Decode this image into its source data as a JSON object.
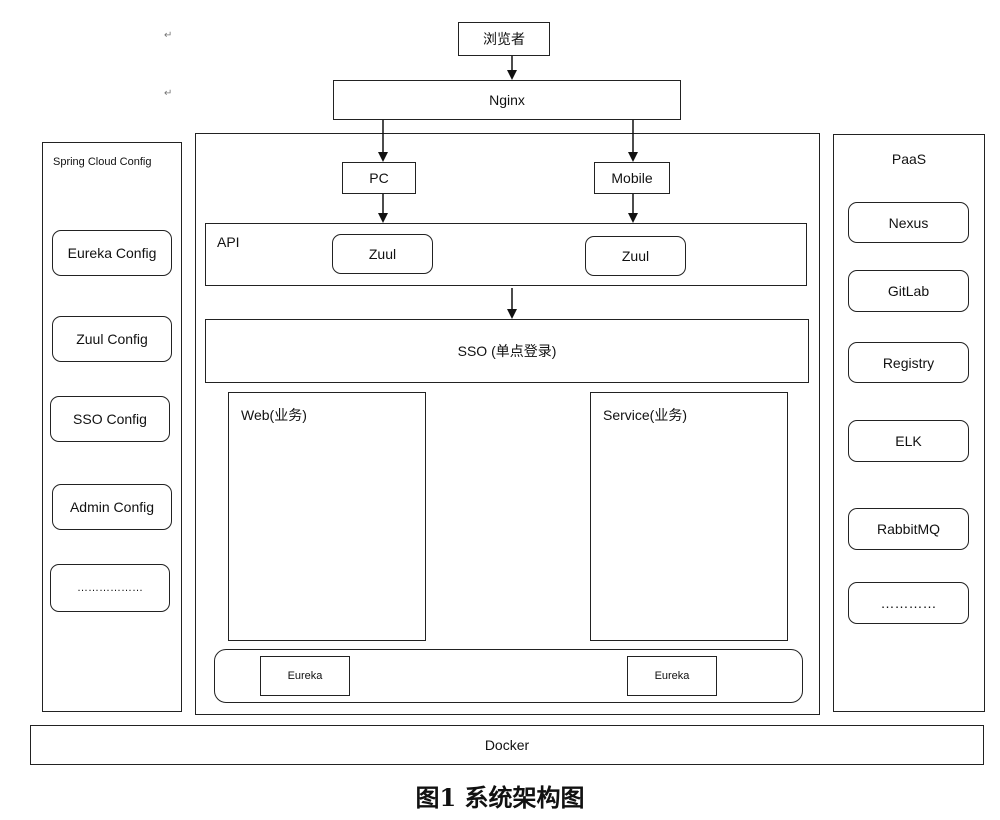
{
  "browser": "浏览者",
  "nginx": "Nginx",
  "left_panel": {
    "title": "Spring Cloud Config",
    "items": [
      "Eureka Config",
      "Zuul Config",
      "SSO Config",
      "Admin Config",
      "………………"
    ]
  },
  "center": {
    "pc": "PC",
    "mobile": "Mobile",
    "api_label": "API",
    "zuul_left": "Zuul",
    "zuul_right": "Zuul",
    "sso": "SSO (单点登录)",
    "web": "Web(业务)",
    "service": "Service(业务)",
    "eureka_left": "Eureka",
    "eureka_right": "Eureka"
  },
  "right_panel": {
    "title": "PaaS",
    "items": [
      "Nexus",
      "GitLab",
      "Registry",
      "ELK",
      "RabbitMQ",
      "…………"
    ]
  },
  "docker": "Docker",
  "caption": "图1  系统架构图"
}
